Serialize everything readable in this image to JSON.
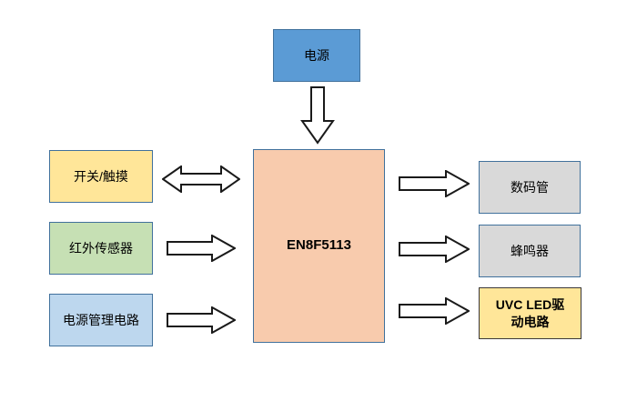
{
  "diagram": {
    "type": "block-diagram",
    "background": "#FFFFFF",
    "top_block": {
      "id": "power",
      "label": "电源",
      "fill": "#5B9BD5",
      "border": "#41719C"
    },
    "center_block": {
      "id": "mcu",
      "label": "EN8F5113",
      "fill": "#F8CBAD",
      "border": "#41719C"
    },
    "left_blocks": [
      {
        "id": "switch-touch",
        "label": "开关/触摸",
        "fill": "#FFE699",
        "border": "#41719C",
        "arrow_to_mcu": "bidirectional"
      },
      {
        "id": "ir-sensor",
        "label": "红外传感器",
        "fill": "#C6E0B4",
        "border": "#41719C",
        "arrow_to_mcu": "right"
      },
      {
        "id": "power-management",
        "label": "电源管理电路",
        "fill": "#BDD7EE",
        "border": "#41719C",
        "arrow_to_mcu": "right"
      }
    ],
    "right_blocks": [
      {
        "id": "digital-tube",
        "label": "数码管",
        "fill": "#D9D9D9",
        "border": "#41719C",
        "arrow_from_mcu": "right"
      },
      {
        "id": "buzzer",
        "label": "蜂鸣器",
        "fill": "#D9D9D9",
        "border": "#41719C",
        "arrow_from_mcu": "right"
      },
      {
        "id": "uvc-led-driver",
        "label": "UVC LED驱动电路",
        "fill": "#FFE699",
        "border": "#3B3838",
        "arrow_from_mcu": "right"
      }
    ],
    "arrows": [
      {
        "name": "down-arrow-power-to-mcu",
        "direction": "down",
        "style": "outline"
      },
      {
        "name": "bidirectional-arrow-switch-mcu",
        "direction": "left-right",
        "style": "outline"
      },
      {
        "name": "right-arrow-ir-to-mcu",
        "direction": "right",
        "style": "outline"
      },
      {
        "name": "right-arrow-pmgmt-to-mcu",
        "direction": "right",
        "style": "outline"
      },
      {
        "name": "right-arrow-mcu-to-digital-tube",
        "direction": "right",
        "style": "outline"
      },
      {
        "name": "right-arrow-mcu-to-buzzer",
        "direction": "right",
        "style": "outline"
      },
      {
        "name": "right-arrow-mcu-to-uvc-driver",
        "direction": "right",
        "style": "outline"
      }
    ],
    "colors": {
      "arrow_fill": "#FFFFFF",
      "arrow_stroke": "#1A1A1A",
      "text": "#000000"
    }
  }
}
